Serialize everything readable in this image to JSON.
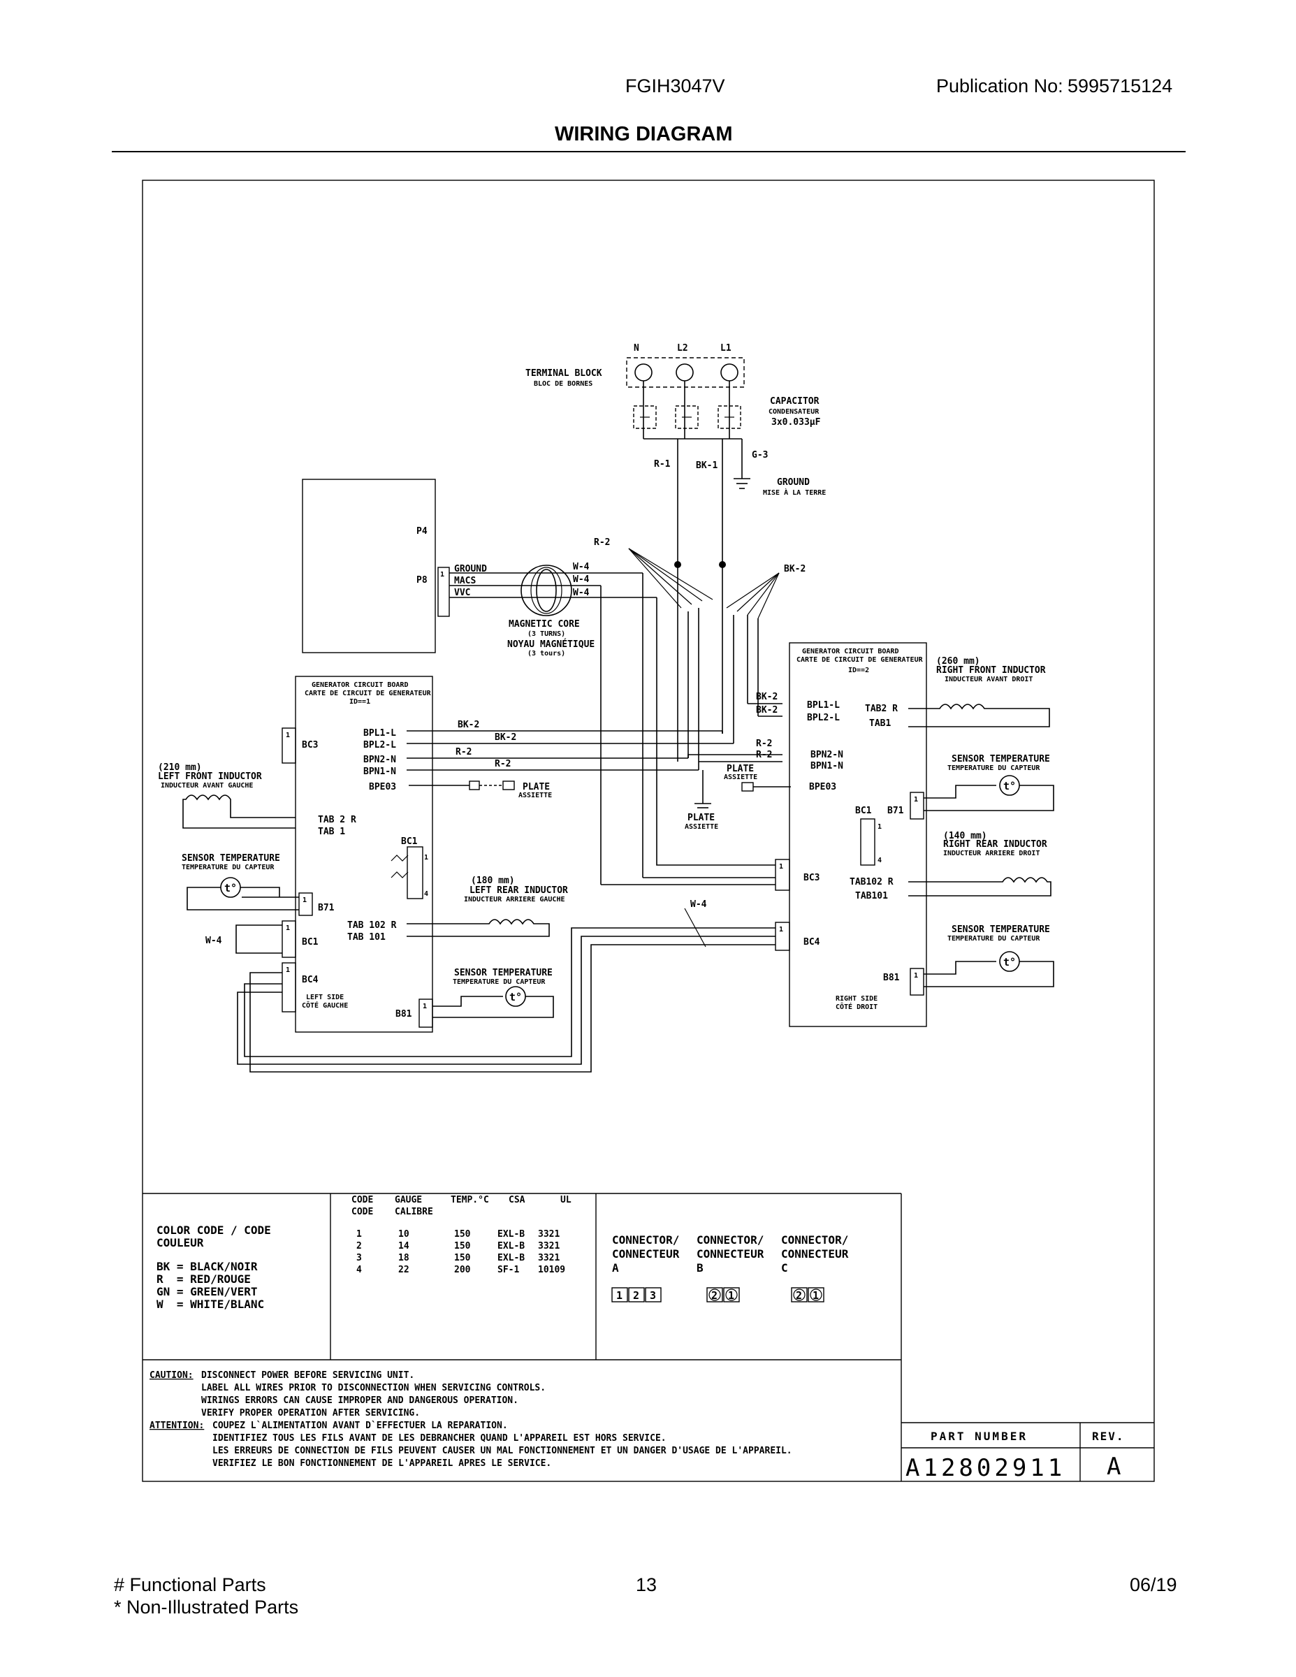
{
  "header": {
    "model": "FGIH3047V",
    "publication_label": "Publication No:",
    "publication_number": "5995715124",
    "title": "WIRING DIAGRAM"
  },
  "footer": {
    "functional_parts": "# Functional Parts",
    "non_illustrated": "* Non-Illustrated Parts",
    "page_number": "13",
    "date": "06/19"
  },
  "diagram": {
    "terminal": {
      "n": "N",
      "l2": "L2",
      "l1": "L1",
      "block_en": "TERMINAL BLOCK",
      "block_fr": "BLOC DE BORNES",
      "capacitor_en": "CAPACITOR",
      "capacitor_fr": "CONDENSATEUR",
      "capacitor_value": "3x0.033µF",
      "ground_en": "GROUND",
      "ground_fr": "MISE À LA TERRE"
    },
    "wires": {
      "r1": "R-1",
      "bk1": "BK-1",
      "g3": "G-3",
      "r2": "R-2",
      "bk2": "BK-2",
      "w4": "W-4"
    },
    "ui_board": {
      "p4": "P4",
      "p8": "P8",
      "pin1": "1",
      "ground": "GROUND",
      "macs": "MACS",
      "vvc": "VVC"
    },
    "core": {
      "en1": "MAGNETIC CORE",
      "en2": "(3 TURNS)",
      "fr1": "NOYAU MAGNÉTIQUE",
      "fr2": "(3 tours)"
    },
    "left_board": {
      "title_en": "GENERATOR CIRCUIT BOARD",
      "title_fr": "CARTE DE CIRCUIT DE GENERATEUR",
      "id": "ID==1",
      "bc3": "BC3",
      "bpl1": "BPL1-L",
      "bpl2": "BPL2-L",
      "bpn2": "BPN2-N",
      "bpn1": "BPN1-N",
      "bpe": "BPE03",
      "tab2r": "TAB 2 R",
      "tab1": "TAB 1",
      "bc1": "BC1",
      "b71": "B71",
      "bc1b": "BC1",
      "tab102": "TAB 102 R",
      "tab101": "TAB 101",
      "bc4": "BC4",
      "side_en": "LEFT SIDE",
      "side_fr": "CÔTÉ GAUCHE",
      "b81": "B81"
    },
    "right_board": {
      "title_en": "GENERATOR CIRCUIT BOARD",
      "title_fr": "CARTE DE CIRCUIT DE GENERATEUR",
      "id": "ID==2",
      "bpl1": "BPL1-L",
      "bpl2": "BPL2-L",
      "tab2r": "TAB2 R",
      "tab1": "TAB1",
      "bpn2": "BPN2-N",
      "bpn1": "BPN1-N",
      "bpe": "BPE03",
      "bc1": "BC1",
      "b71": "B71",
      "bc3": "BC3",
      "tab102": "TAB102 R",
      "tab101": "TAB101",
      "bc4": "BC4",
      "b81": "B81",
      "side_en": "RIGHT SIDE",
      "side_fr": "CÔTÉ DROIT"
    },
    "components": {
      "lf_size": "(210 mm)",
      "lf_en": "LEFT FRONT INDUCTOR",
      "lf_fr": "INDUCTEUR AVANT GAUCHE",
      "rf_size": "(260 mm)",
      "rf_en": "RIGHT FRONT INDUCTOR",
      "rf_fr": "INDUCTEUR AVANT DROIT",
      "lr_size": "(180 mm)",
      "lr_en": "LEFT REAR INDUCTOR",
      "lr_fr": "INDUCTEUR ARRIERE GAUCHE",
      "rr_size": "(140 mm)",
      "rr_en": "RIGHT REAR INDUCTOR",
      "rr_fr": "INDUCTEUR ARRIERE DROIT",
      "sensor_en": "SENSOR TEMPERATURE",
      "sensor_fr": "TEMPERATURE DU CAPTEUR",
      "plate_en": "PLATE",
      "plate_fr": "ASSIETTE",
      "t": "t°"
    },
    "legend": {
      "color_title1": "COLOR CODE / CODE",
      "color_title2": "COULEUR",
      "colors": [
        "BK = BLACK/NOIR",
        "R  = RED/ROUGE",
        "GN = GREEN/VERT",
        "W  = WHITE/BLANC"
      ],
      "gauge_headers": [
        "CODE",
        "GAUGE",
        "TEMP.°C",
        "CSA",
        "UL"
      ],
      "gauge_headers2": [
        "CODE",
        "CALIBRE"
      ],
      "gauge_rows": [
        [
          "1",
          "10",
          "150",
          "EXL-B",
          "3321"
        ],
        [
          "2",
          "14",
          "150",
          "EXL-B",
          "3321"
        ],
        [
          "3",
          "18",
          "150",
          "EXL-B",
          "3321"
        ],
        [
          "4",
          "22",
          "200",
          "SF-1",
          "10109"
        ]
      ],
      "connectors": [
        {
          "l1": "CONNECTOR/",
          "l2": "CONNECTEUR",
          "l3": "A",
          "pins": [
            "1",
            "2",
            "3"
          ]
        },
        {
          "l1": "CONNECTOR/",
          "l2": "CONNECTEUR",
          "l3": "B",
          "pins": [
            "2",
            "1"
          ]
        },
        {
          "l1": "CONNECTOR/",
          "l2": "CONNECTEUR",
          "l3": "C",
          "pins": [
            "2",
            "1"
          ]
        }
      ]
    },
    "notes": {
      "caution_label": "CAUTION:",
      "caution": [
        "DISCONNECT POWER BEFORE SERVICING UNIT.",
        "LABEL ALL WIRES PRIOR TO DISCONNECTION WHEN SERVICING CONTROLS.",
        "WIRINGS ERRORS CAN CAUSE IMPROPER AND DANGEROUS OPERATION.",
        "VERIFY PROPER OPERATION AFTER SERVICING."
      ],
      "attention_label": "ATTENTION:",
      "attention": [
        "COUPEZ L`ALIMENTATION AVANT D`EFFECTUER LA REPARATION.",
        "IDENTIFIEZ TOUS LES FILS AVANT DE LES DEBRANCHER QUAND L'APPAREIL EST HORS SERVICE.",
        "LES ERREURS DE CONNECTION DE FILS PEUVENT CAUSER UN MAL FONCTIONNEMENT ET UN DANGER D'USAGE DE L'APPAREIL.",
        "VERIFIEZ LE BON FONCTIONNEMENT DE L'APPAREIL APRES LE SERVICE."
      ]
    },
    "title_block": {
      "part_label": "PART NUMBER",
      "rev_label": "REV.",
      "part_number": "A12802911",
      "rev": "A"
    }
  }
}
